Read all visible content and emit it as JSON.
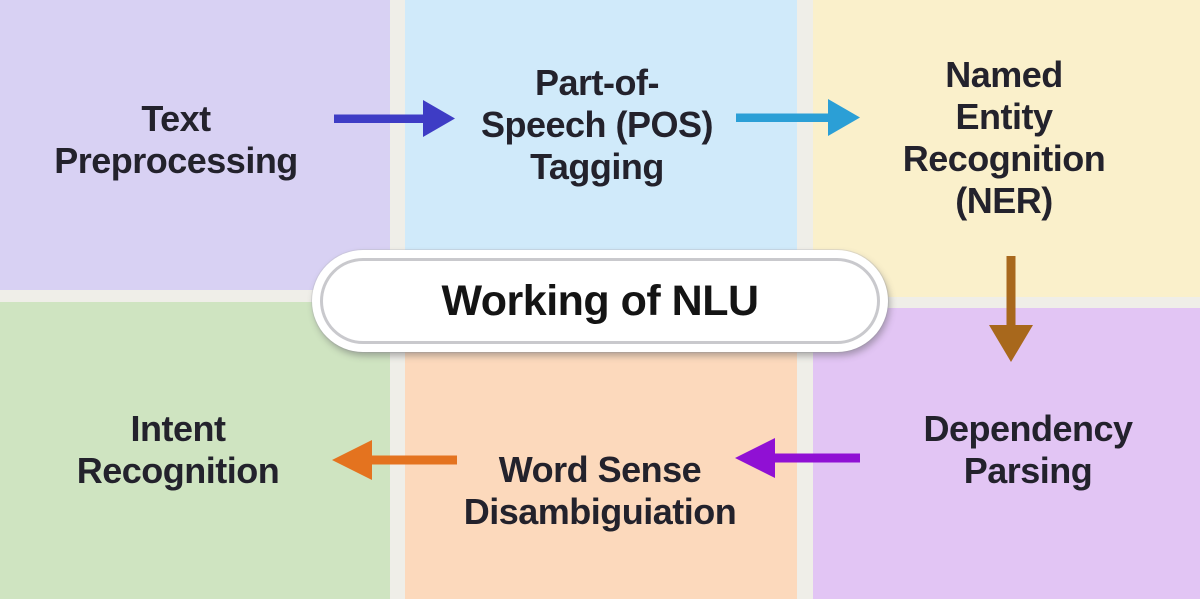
{
  "title": "Working of NLU",
  "canvas_bg": "#efeee8",
  "label_color": "#23222c",
  "panels": [
    {
      "id": "text-preprocessing",
      "label": "Text\nPreprocessing",
      "bg": "#d8d1f3"
    },
    {
      "id": "pos-tagging",
      "label": "Part-of-\nSpeech (POS)\nTagging",
      "bg": "#d0eafa"
    },
    {
      "id": "ner",
      "label": "Named Entity\nRecognition\n(NER)",
      "bg": "#faf0cb"
    },
    {
      "id": "intent-recognition",
      "label": "Intent\nRecognition",
      "bg": "#cfe4c1"
    },
    {
      "id": "word-sense-disambiguation",
      "label": "Word Sense\nDisambiguiation",
      "bg": "#fcd9bc"
    },
    {
      "id": "dependency-parsing",
      "label": "Dependency\nParsing",
      "bg": "#e2c5f4"
    }
  ],
  "arrows": [
    {
      "name": "arrow-preprocessing-to-pos",
      "from": "text-preprocessing",
      "to": "pos-tagging",
      "direction": "right",
      "color": "#3e3cc5"
    },
    {
      "name": "arrow-pos-to-ner",
      "from": "pos-tagging",
      "to": "ner",
      "direction": "right",
      "color": "#2b9fd6"
    },
    {
      "name": "arrow-ner-to-dependency",
      "from": "ner",
      "to": "dependency-parsing",
      "direction": "down",
      "color": "#a8681c"
    },
    {
      "name": "arrow-dependency-to-wordsense",
      "from": "dependency-parsing",
      "to": "word-sense-disambiguation",
      "direction": "left",
      "color": "#9010d4"
    },
    {
      "name": "arrow-wordsense-to-intent",
      "from": "word-sense-disambiguation",
      "to": "intent-recognition",
      "direction": "left",
      "color": "#e4731f"
    }
  ]
}
